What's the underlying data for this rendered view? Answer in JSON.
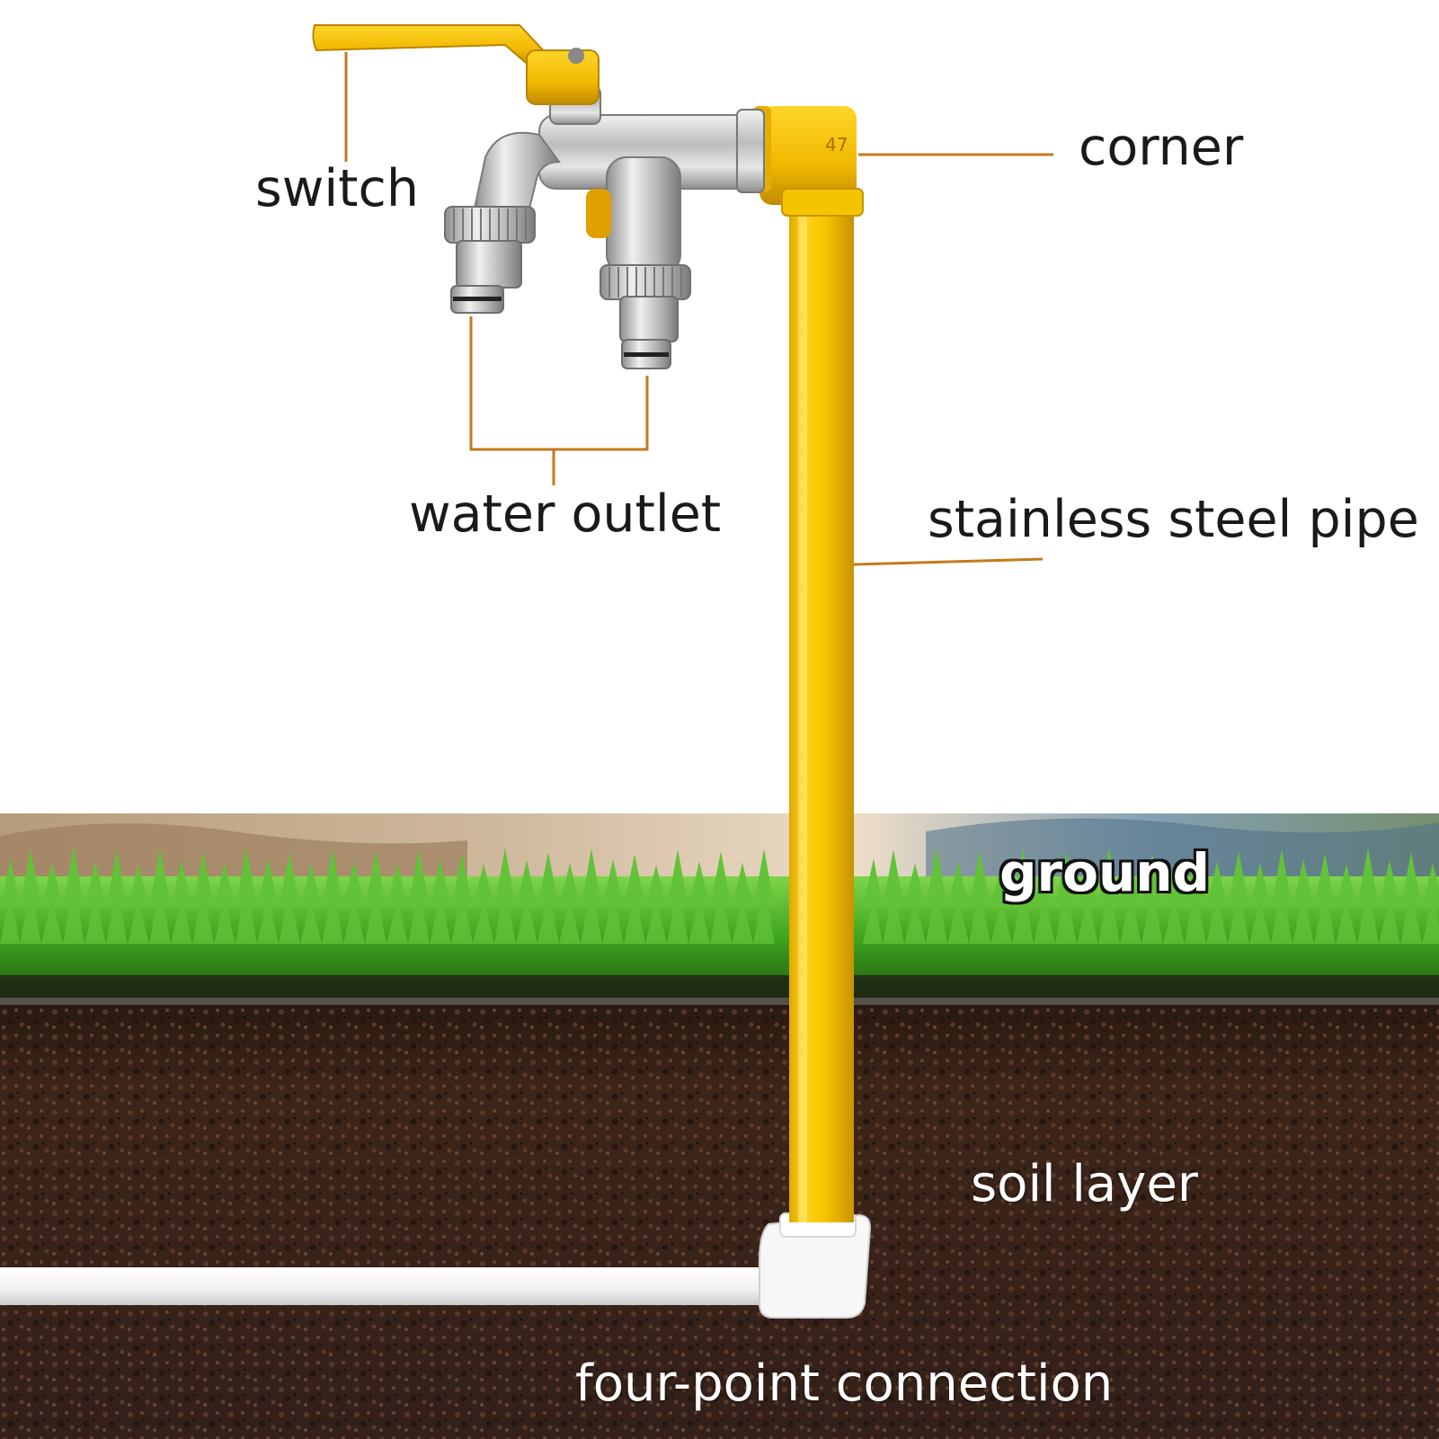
{
  "labels": {
    "switch": "switch",
    "corner": "corner",
    "water_outlet": "water outlet",
    "stainless_steel_pipe": "stainless steel pipe",
    "ground": "ground",
    "soil_layer": "soil layer",
    "four_point_connection": "four-point connection"
  },
  "colors": {
    "pipe_yellow": "#f2c200",
    "leader_line": "#c47a1c",
    "grass": "#3fa51f",
    "soil": "#3b2419",
    "white_pipe": "#f4f4f4",
    "chrome": "#c9c9c9"
  }
}
